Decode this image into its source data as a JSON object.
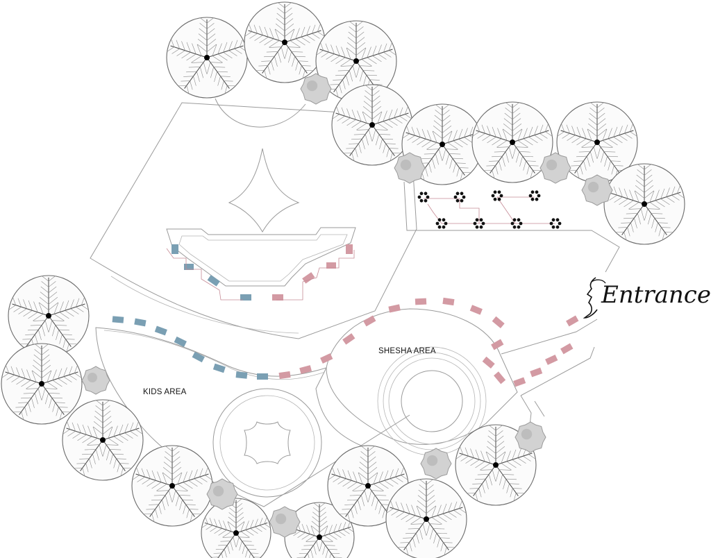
{
  "labels": {
    "kids_area": "KIDS AREA",
    "shesha_area": "SHESHA AREA",
    "entrance": "Entrance"
  },
  "colors": {
    "kids_path_blue": "#7a9fb3",
    "adult_path_pink": "#d39aa3",
    "tree_outline": "#6a6a6a",
    "bush_fill": "#d2d2d2",
    "line": "#9a9a9a"
  },
  "icons": {
    "tree": "tree-icon",
    "bush": "shrub-icon",
    "flower_pot": "flower-pot-icon",
    "entrance_face": "face-profile-icon"
  }
}
